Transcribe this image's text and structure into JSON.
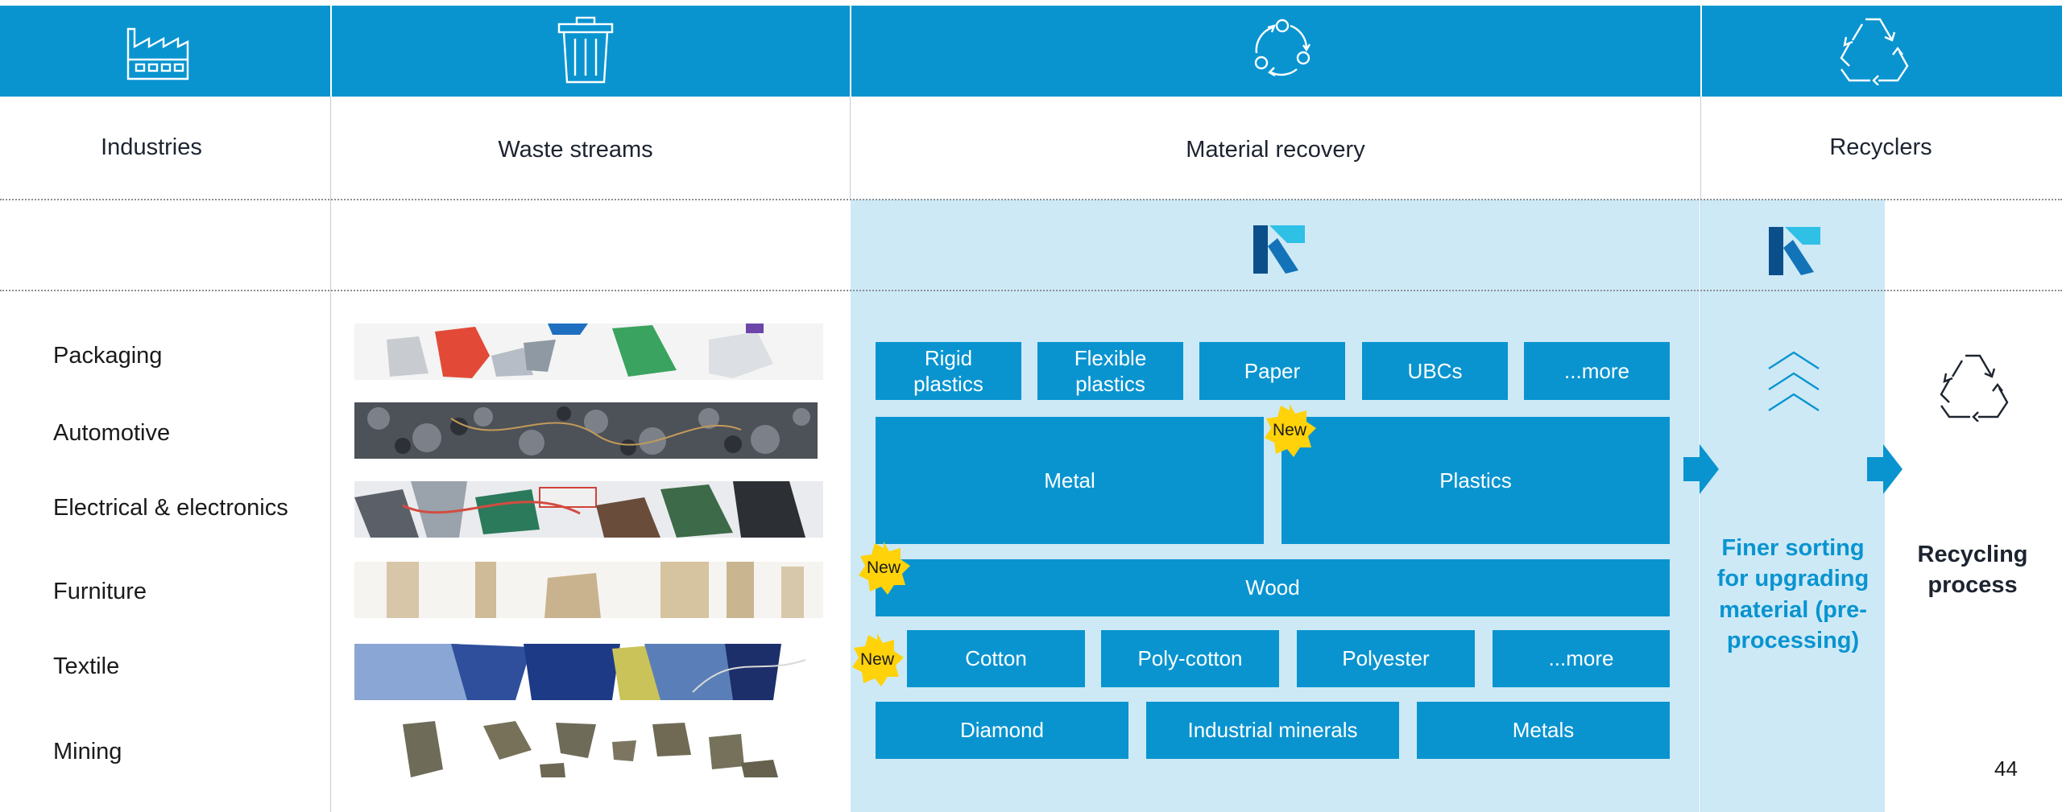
{
  "colors": {
    "accent": "#0994d0",
    "panel": "#cde9f6",
    "badge": "#ffd20a"
  },
  "columns": {
    "industries": {
      "label": "Industries",
      "icon": "factory-icon"
    },
    "waste": {
      "label": "Waste streams",
      "icon": "trash-bin-icon"
    },
    "recovery": {
      "label": "Material recovery",
      "icon": "recycle-circle-icon"
    },
    "recyclers": {
      "label": "Recyclers",
      "icon": "recycling-triangle-icon"
    }
  },
  "industries": [
    "Packaging",
    "Automotive",
    "Electrical & electronics",
    "Furniture",
    "Textile",
    "Mining"
  ],
  "materials": {
    "row1": [
      "Rigid\nplastics",
      "Flexible\nplastics",
      "Paper",
      "UBCs",
      "...more"
    ],
    "metal": "Metal",
    "plastics": "Plastics",
    "wood": "Wood",
    "row_textiles": [
      "Cotton",
      "Poly-cotton",
      "Polyester",
      "...more"
    ],
    "row_mining": [
      "Diamond",
      "Industrial minerals",
      "Metals"
    ],
    "badge": "New"
  },
  "preprocessing_text": "Finer sorting for upgrading material (pre-processing)",
  "recycling_text": "Recycling process",
  "page_number": "44"
}
